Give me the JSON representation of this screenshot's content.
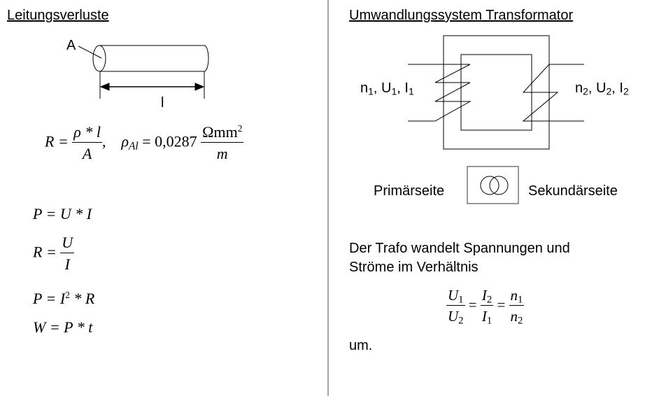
{
  "left": {
    "heading": "Leitungsverluste",
    "label_area": "A",
    "label_length": "l",
    "resistance_formula": {
      "lhs": "R =",
      "num": "ρ * l",
      "den": "A",
      "sep": ","
    },
    "resistivity": {
      "symbol": "ρ",
      "sub": "Al",
      "eq": "= 0,0287",
      "num_unit": "Ωmm",
      "num_exp": "2",
      "den_unit": "m"
    },
    "formulas": {
      "power": "P = U * I",
      "ohm": {
        "lhs": "R =",
        "num": "U",
        "den": "I"
      },
      "power2": {
        "a": "P = I",
        "exp": "2",
        "b": " * R"
      },
      "energy": "W = P * t"
    }
  },
  "right": {
    "heading": "Umwandlungssystem Transformator",
    "primary_label": {
      "n": "n",
      "n_sub": "1",
      "u": ", U",
      "u_sub": "1",
      "i": ", I",
      "i_sub": "1"
    },
    "secondary_label": {
      "n": "n",
      "n_sub": "2",
      "u": ", U",
      "u_sub": "2",
      "i": ", I",
      "i_sub": "2"
    },
    "primary_side": "Primärseite",
    "secondary_side": "Sekundärseite",
    "text_line1": "Der Trafo wandelt Spannungen und",
    "text_line2": "Ströme im Verhältnis",
    "ratio": {
      "f1": {
        "num": "U",
        "num_sub": "1",
        "den": "U",
        "den_sub": "2"
      },
      "f2": {
        "num": "I",
        "num_sub": "2",
        "den": "I",
        "den_sub": "1"
      },
      "f3": {
        "num": "n",
        "num_sub": "1",
        "den": "n",
        "den_sub": "2"
      },
      "eq": "="
    },
    "text_end": "um."
  }
}
